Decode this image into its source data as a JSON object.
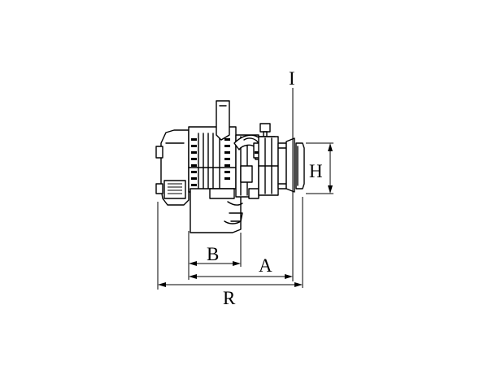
{
  "labels": {
    "I": "I",
    "H": "H",
    "A": "A",
    "B": "B",
    "R": "R"
  }
}
